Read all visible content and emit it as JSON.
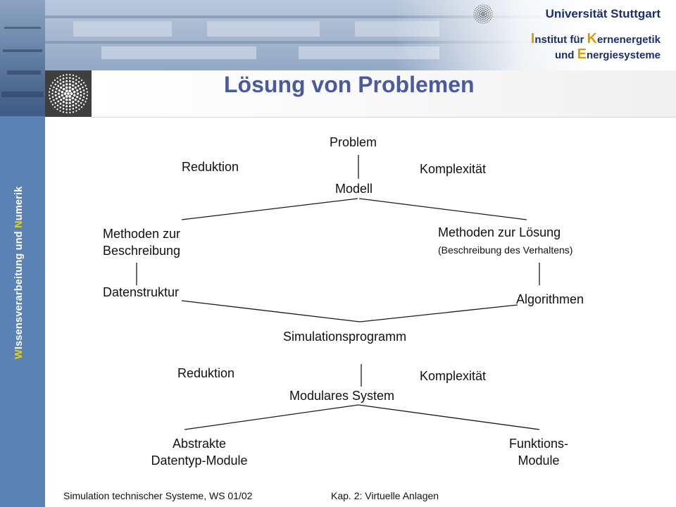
{
  "header": {
    "university": "Universität Stuttgart",
    "institute_line1_initial": "I",
    "institute_line1_a": "nstitut für ",
    "institute_line1_initial2": "K",
    "institute_line1_b": "ernenergetik",
    "institute_line2_a": "und ",
    "institute_line2_initial": "E",
    "institute_line2_b": "nergiesysteme"
  },
  "sidebar": {
    "vertical_text_parts": [
      "W",
      "Issensverarbeitung und ",
      "N",
      "umerik"
    ]
  },
  "slide": {
    "title": "Lösung von Problemen"
  },
  "diagram": {
    "problem": "Problem",
    "reduktion_1": "Reduktion",
    "komplexitaet_1": "Komplexität",
    "modell": "Modell",
    "methoden_beschreibung_1": "Methoden zur",
    "methoden_beschreibung_2": "Beschreibung",
    "methoden_loesung_1": "Methoden zur Lösung",
    "methoden_loesung_2": "(Beschreibung des Verhaltens)",
    "datenstruktur": "Datenstruktur",
    "algorithmen": "Algorithmen",
    "simulationsprogramm": "Simulationsprogramm",
    "reduktion_2": "Reduktion",
    "komplexitaet_2": "Komplexität",
    "modulares_system": "Modulares System",
    "abstrakte_1": "Abstrakte",
    "abstrakte_2": "Datentyp-Module",
    "funktions_1": "Funktions-",
    "funktions_2": "Module"
  },
  "footer": {
    "left": "Simulation technischer Systeme, WS 01/02",
    "right": "Kap. 2: Virtuelle Anlagen"
  },
  "colors": {
    "title": "#4b5a9a",
    "band": "#5a82b5",
    "accent": "#e8d300",
    "header_text": "#1b2f6b"
  }
}
